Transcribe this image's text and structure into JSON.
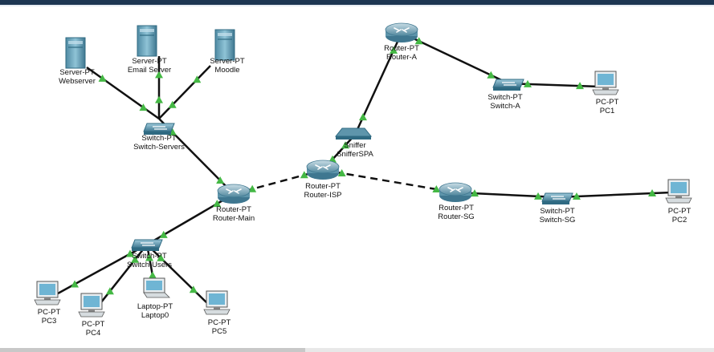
{
  "colors": {
    "link": "#111111",
    "port": "#44b844",
    "device": "#5f9ab0",
    "device_dark": "#2f6a82",
    "screen": "#6fb5d4"
  },
  "devices": [
    {
      "id": "webserver",
      "icon": "server-icon",
      "type": "Server-PT",
      "name": "Webserver"
    },
    {
      "id": "email",
      "icon": "server-icon",
      "type": "Server-PT",
      "name": "Email Server"
    },
    {
      "id": "moodle",
      "icon": "server-icon",
      "type": "Server-PT",
      "name": "Moodle"
    },
    {
      "id": "sw-servers",
      "icon": "switch-icon",
      "type": "Switch-PT",
      "name": "Switch-Servers"
    },
    {
      "id": "r-main",
      "icon": "router-icon",
      "type": "Router-PT",
      "name": "Router-Main"
    },
    {
      "id": "sw-users",
      "icon": "switch-icon",
      "type": "Switch-PT",
      "name": "Switch-Users"
    },
    {
      "id": "pc3",
      "icon": "pc-icon",
      "type": "PC-PT",
      "name": "PC3"
    },
    {
      "id": "pc4",
      "icon": "pc-icon",
      "type": "PC-PT",
      "name": "PC4"
    },
    {
      "id": "laptop0",
      "icon": "laptop-icon",
      "type": "Laptop-PT",
      "name": "Laptop0"
    },
    {
      "id": "pc5",
      "icon": "pc-icon",
      "type": "PC-PT",
      "name": "PC5"
    },
    {
      "id": "r-isp",
      "icon": "router-icon",
      "type": "Router-PT",
      "name": "Router-ISP"
    },
    {
      "id": "sniffer",
      "icon": "sniffer-icon",
      "type": "Sniffer",
      "name": "SnifferSPA"
    },
    {
      "id": "r-a",
      "icon": "router-icon",
      "type": "Router-PT",
      "name": "Router-A"
    },
    {
      "id": "sw-a",
      "icon": "switch-icon",
      "type": "Switch-PT",
      "name": "Switch-A"
    },
    {
      "id": "pc1",
      "icon": "pc-icon",
      "type": "PC-PT",
      "name": "PC1"
    },
    {
      "id": "r-sg",
      "icon": "router-icon",
      "type": "Router-PT",
      "name": "Router-SG"
    },
    {
      "id": "sw-sg",
      "icon": "switch-icon",
      "type": "Switch-PT",
      "name": "Switch-SG"
    },
    {
      "id": "pc2",
      "icon": "pc-icon",
      "type": "PC-PT",
      "name": "PC2"
    }
  ],
  "links": [
    {
      "from": "webserver",
      "to": "sw-servers",
      "style": "solid"
    },
    {
      "from": "email",
      "to": "sw-servers",
      "style": "solid"
    },
    {
      "from": "moodle",
      "to": "sw-servers",
      "style": "solid"
    },
    {
      "from": "sw-servers",
      "to": "r-main",
      "style": "solid"
    },
    {
      "from": "r-main",
      "to": "sw-users",
      "style": "solid"
    },
    {
      "from": "sw-users",
      "to": "pc3",
      "style": "solid"
    },
    {
      "from": "sw-users",
      "to": "pc4",
      "style": "solid"
    },
    {
      "from": "sw-users",
      "to": "laptop0",
      "style": "solid"
    },
    {
      "from": "sw-users",
      "to": "pc5",
      "style": "solid"
    },
    {
      "from": "r-main",
      "to": "r-isp",
      "style": "dashed"
    },
    {
      "from": "r-isp",
      "to": "sniffer",
      "style": "solid"
    },
    {
      "from": "sniffer",
      "to": "r-a",
      "style": "solid"
    },
    {
      "from": "r-a",
      "to": "sw-a",
      "style": "solid"
    },
    {
      "from": "sw-a",
      "to": "pc1",
      "style": "solid"
    },
    {
      "from": "r-isp",
      "to": "r-sg",
      "style": "dashed"
    },
    {
      "from": "r-sg",
      "to": "sw-sg",
      "style": "solid"
    },
    {
      "from": "sw-sg",
      "to": "pc2",
      "style": "solid"
    }
  ]
}
